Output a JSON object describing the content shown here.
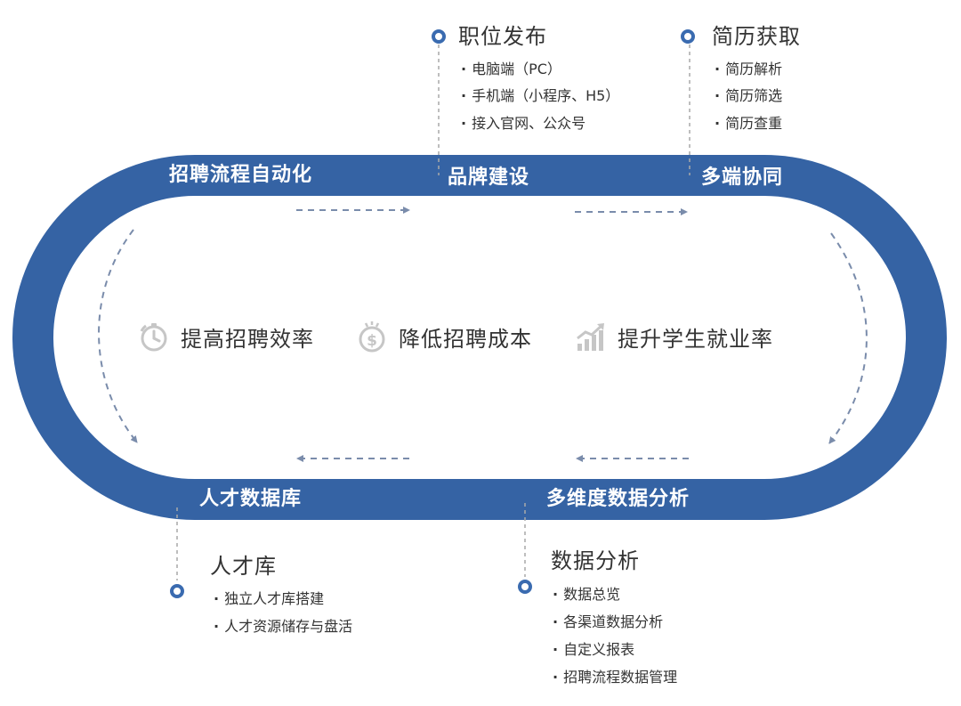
{
  "colors": {
    "track": "#3563a4",
    "arrow": "#7a8cab",
    "connector": "#a9a9a9",
    "dot": "#3a6bb0",
    "icon": "#c6c6c6"
  },
  "track_labels": {
    "top_left": "招聘流程自动化",
    "top_mid": "品牌建设",
    "top_right": "多端协同",
    "bottom_left": "人才数据库",
    "bottom_right": "多维度数据分析"
  },
  "benefits": [
    {
      "icon": "stopwatch-icon",
      "text": "提高招聘效率"
    },
    {
      "icon": "money-bag-icon",
      "text": "降低招聘成本"
    },
    {
      "icon": "growth-chart-icon",
      "text": "提升学生就业率"
    }
  ],
  "sections": {
    "job_posting": {
      "title": "职位发布",
      "items": [
        "电脑端（PC）",
        "手机端（小程序、H5）",
        "接入官网、公众号"
      ]
    },
    "resume": {
      "title": "简历获取",
      "items": [
        "简历解析",
        "简历筛选",
        "简历查重"
      ]
    },
    "talent": {
      "title": "人才库",
      "items": [
        "独立人才库搭建",
        "人才资源储存与盘活"
      ]
    },
    "analytics": {
      "title": "数据分析",
      "items": [
        "数据总览",
        "各渠道数据分析",
        "自定义报表",
        "招聘流程数据管理"
      ]
    }
  }
}
